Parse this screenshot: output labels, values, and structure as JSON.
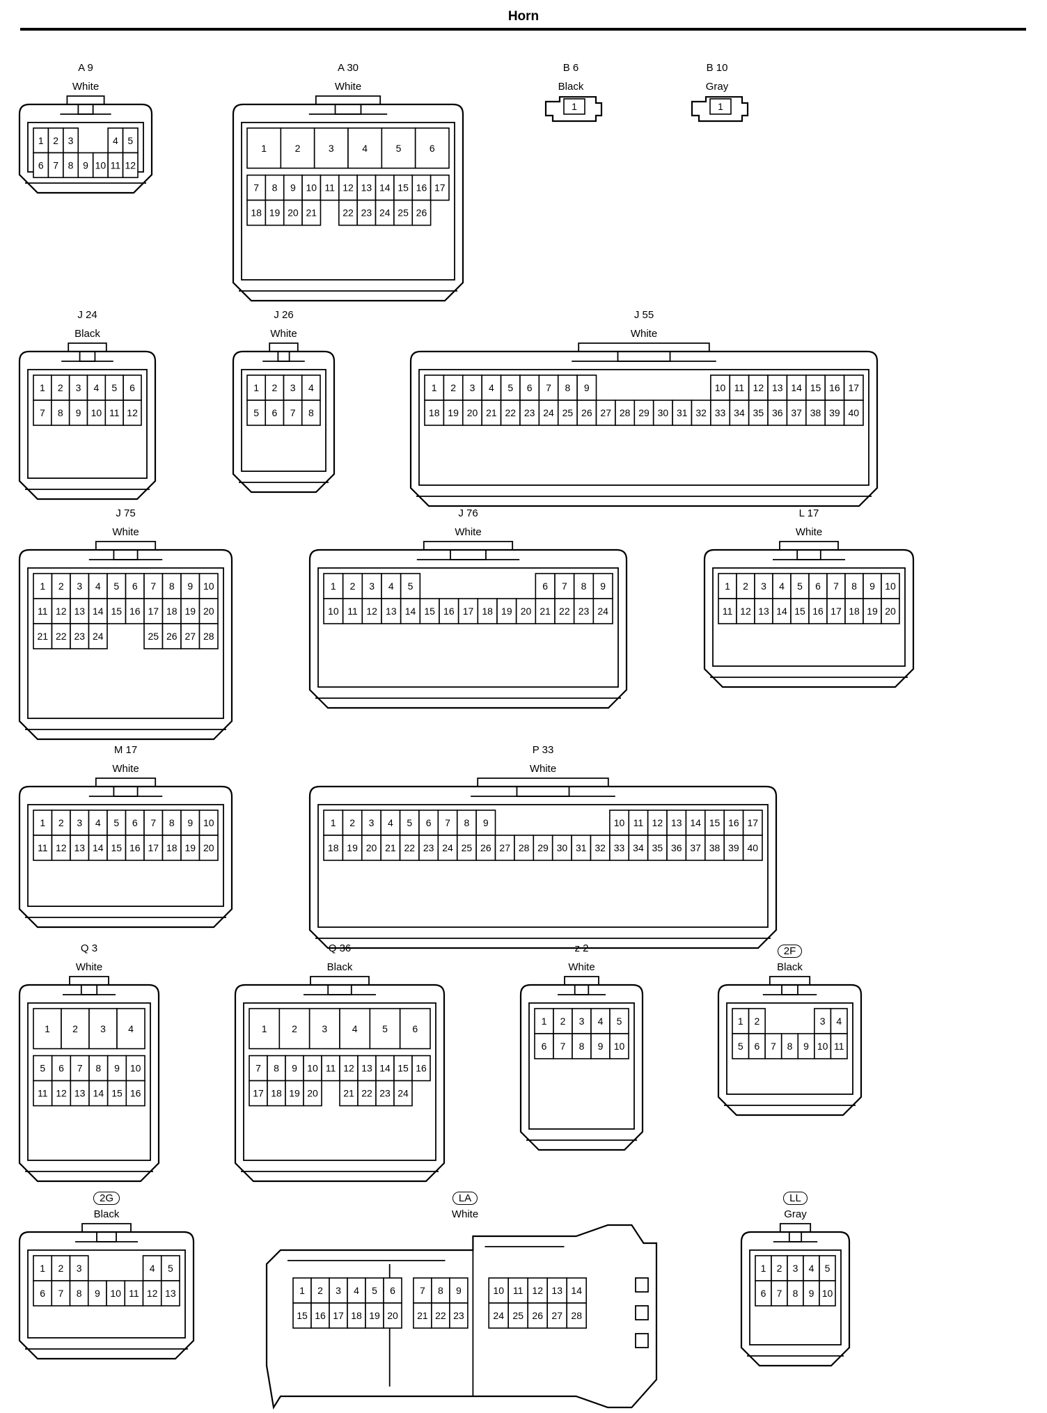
{
  "page": {
    "title": "Horn"
  },
  "connectors": [
    {
      "id": "a9",
      "code": "A 9",
      "color": "White",
      "oval": false,
      "rows": [
        [
          "1",
          "2",
          "3",
          null,
          null,
          "4",
          "5"
        ],
        [
          "6",
          "7",
          "8",
          "9",
          "10",
          "11",
          "12"
        ]
      ]
    },
    {
      "id": "a30",
      "code": "A 30",
      "color": "White",
      "oval": false,
      "big": [
        "1",
        "2",
        "3",
        "4",
        "5",
        "6"
      ],
      "rows": [
        [
          "7",
          "8",
          "9",
          "10",
          "11",
          "12",
          "13",
          "14",
          "15",
          "16",
          "17"
        ],
        [
          "18",
          "19",
          "20",
          "21",
          null,
          "22",
          "23",
          "24",
          "25",
          "26"
        ]
      ]
    },
    {
      "id": "b6",
      "code": "B 6",
      "color": "Black",
      "oval": false,
      "rows": [
        [
          "1"
        ]
      ]
    },
    {
      "id": "b10",
      "code": "B 10",
      "color": "Gray",
      "oval": false,
      "rows": [
        [
          "1"
        ]
      ]
    },
    {
      "id": "j24",
      "code": "J 24",
      "color": "Black",
      "oval": false,
      "rows": [
        [
          "1",
          "2",
          "3",
          "4",
          "5",
          "6"
        ],
        [
          "7",
          "8",
          "9",
          "10",
          "11",
          "12"
        ]
      ]
    },
    {
      "id": "j26",
      "code": "J 26",
      "color": "White",
      "oval": false,
      "rows": [
        [
          "1",
          "2",
          "3",
          "4"
        ],
        [
          "5",
          "6",
          "7",
          "8"
        ]
      ]
    },
    {
      "id": "j55",
      "code": "J 55",
      "color": "White",
      "oval": false,
      "rows": [
        [
          "1",
          "2",
          "3",
          "4",
          "5",
          "6",
          "7",
          "8",
          "9",
          null,
          null,
          null,
          null,
          null,
          null,
          "10",
          "11",
          "12",
          "13",
          "14",
          "15",
          "16",
          "17"
        ],
        [
          "18",
          "19",
          "20",
          "21",
          "22",
          "23",
          "24",
          "25",
          "26",
          "27",
          "28",
          "29",
          "30",
          "31",
          "32",
          "33",
          "34",
          "35",
          "36",
          "37",
          "38",
          "39",
          "40"
        ]
      ]
    },
    {
      "id": "j75",
      "code": "J 75",
      "color": "White",
      "oval": false,
      "rows": [
        [
          "1",
          "2",
          "3",
          "4",
          "5",
          "6",
          "7",
          "8",
          "9",
          "10"
        ],
        [
          "11",
          "12",
          "13",
          "14",
          "15",
          "16",
          "17",
          "18",
          "19",
          "20"
        ],
        [
          "21",
          "22",
          "23",
          "24",
          null,
          null,
          "25",
          "26",
          "27",
          "28"
        ]
      ]
    },
    {
      "id": "j76",
      "code": "J 76",
      "color": "White",
      "oval": false,
      "rows": [
        [
          "1",
          "2",
          "3",
          "4",
          "5",
          null,
          null,
          null,
          null,
          null,
          null,
          "6",
          "7",
          "8",
          "9"
        ],
        [
          "10",
          "11",
          "12",
          "13",
          "14",
          "15",
          "16",
          "17",
          "18",
          "19",
          "20",
          "21",
          "22",
          "23",
          "24"
        ]
      ]
    },
    {
      "id": "l17",
      "code": "L 17",
      "color": "White",
      "oval": false,
      "rows": [
        [
          "1",
          "2",
          "3",
          "4",
          "5",
          "6",
          "7",
          "8",
          "9",
          "10"
        ],
        [
          "11",
          "12",
          "13",
          "14",
          "15",
          "16",
          "17",
          "18",
          "19",
          "20"
        ]
      ]
    },
    {
      "id": "m17",
      "code": "M 17",
      "color": "White",
      "oval": false,
      "rows": [
        [
          "1",
          "2",
          "3",
          "4",
          "5",
          "6",
          "7",
          "8",
          "9",
          "10"
        ],
        [
          "11",
          "12",
          "13",
          "14",
          "15",
          "16",
          "17",
          "18",
          "19",
          "20"
        ]
      ]
    },
    {
      "id": "p33",
      "code": "P 33",
      "color": "White",
      "oval": false,
      "rows": [
        [
          "1",
          "2",
          "3",
          "4",
          "5",
          "6",
          "7",
          "8",
          "9",
          null,
          null,
          null,
          null,
          null,
          null,
          "10",
          "11",
          "12",
          "13",
          "14",
          "15",
          "16",
          "17"
        ],
        [
          "18",
          "19",
          "20",
          "21",
          "22",
          "23",
          "24",
          "25",
          "26",
          "27",
          "28",
          "29",
          "30",
          "31",
          "32",
          "33",
          "34",
          "35",
          "36",
          "37",
          "38",
          "39",
          "40"
        ]
      ]
    },
    {
      "id": "q3",
      "code": "Q 3",
      "color": "White",
      "oval": false,
      "big": [
        "1",
        "2",
        "3",
        "4"
      ],
      "rows": [
        [
          "5",
          "6",
          "7",
          "8",
          "9",
          "10"
        ],
        [
          "11",
          "12",
          "13",
          "14",
          "15",
          "16"
        ]
      ]
    },
    {
      "id": "q36",
      "code": "Q 36",
      "color": "Black",
      "oval": false,
      "big": [
        "1",
        "2",
        "3",
        "4",
        "5",
        "6"
      ],
      "rows": [
        [
          "7",
          "8",
          "9",
          "10",
          "11",
          "12",
          "13",
          "14",
          "15",
          "16"
        ],
        [
          "17",
          "18",
          "19",
          "20",
          null,
          "21",
          "22",
          "23",
          "24"
        ]
      ]
    },
    {
      "id": "z2",
      "code": "z 2",
      "color": "White",
      "oval": false,
      "rows": [
        [
          "1",
          "2",
          "3",
          "4",
          "5"
        ],
        [
          "6",
          "7",
          "8",
          "9",
          "10"
        ]
      ]
    },
    {
      "id": "2f",
      "code": "2F",
      "color": "Black",
      "oval": true,
      "rows": [
        [
          "1",
          "2",
          null,
          null,
          null,
          "3",
          "4"
        ],
        [
          "5",
          "6",
          "7",
          "8",
          "9",
          "10",
          "11"
        ]
      ]
    },
    {
      "id": "2g",
      "code": "2G",
      "color": "Black",
      "oval": true,
      "rows": [
        [
          "1",
          "2",
          "3",
          null,
          null,
          null,
          "4",
          "5"
        ],
        [
          "6",
          "7",
          "8",
          "9",
          "10",
          "11",
          "12",
          "13"
        ]
      ]
    },
    {
      "id": "la",
      "code": "LA",
      "color": "White",
      "oval": true,
      "groups": [
        {
          "rows": [
            [
              "1",
              "2",
              "3",
              "4",
              "5",
              "6"
            ],
            [
              "15",
              "16",
              "17",
              "18",
              "19",
              "20"
            ]
          ]
        },
        {
          "rows": [
            [
              "7",
              "8",
              "9"
            ],
            [
              "21",
              "22",
              "23"
            ]
          ]
        },
        {
          "rows": [
            [
              "10",
              "11",
              "12",
              "13",
              "14"
            ],
            [
              "24",
              "25",
              "26",
              "27",
              "28"
            ]
          ]
        }
      ]
    },
    {
      "id": "ll",
      "code": "LL",
      "color": "Gray",
      "oval": true,
      "rows": [
        [
          "1",
          "2",
          "3",
          "4",
          "5"
        ],
        [
          "6",
          "7",
          "8",
          "9",
          "10"
        ]
      ]
    }
  ]
}
